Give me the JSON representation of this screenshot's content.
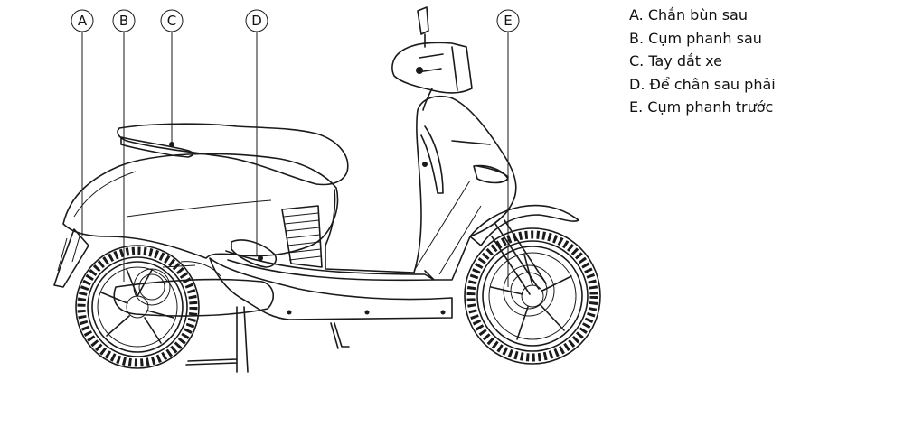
{
  "callouts": [
    {
      "letter": "A",
      "label": "Chắn bùn sau"
    },
    {
      "letter": "B",
      "label": "Cụm phanh sau"
    },
    {
      "letter": "C",
      "label": "Tay dắt xe"
    },
    {
      "letter": "D",
      "label": "Để chân sau phải"
    },
    {
      "letter": "E",
      "label": "Cụm phanh trước"
    }
  ],
  "legend": [
    "A. Chắn bùn sau",
    "B. Cụm phanh sau",
    "C. Tay dắt xe",
    "D. Để chân sau phải",
    "E. Cụm phanh trước"
  ]
}
